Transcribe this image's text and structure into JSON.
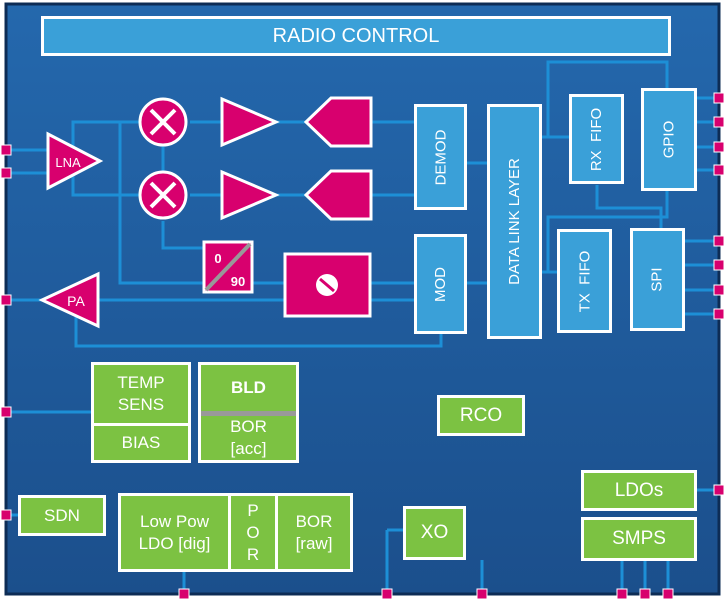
{
  "title": "RADIO CONTROL",
  "rf": {
    "lna": "LNA",
    "pa": "PA",
    "phase_top": "0",
    "phase_bottom": "90"
  },
  "digital": {
    "demod": "DEMOD",
    "mod": "MOD",
    "data_link_layer": "DATA LINK LAYER",
    "rx_fifo": "RX  FIFO",
    "tx_fifo": "TX  FIFO",
    "gpio": "GPIO",
    "spi": "SPI"
  },
  "analog": {
    "temp_sens_line1": "TEMP",
    "temp_sens_line2": "SENS",
    "bias": "BIAS",
    "bld": "BLD",
    "bor_acc_line1": "BOR",
    "bor_acc_line2": "[acc]",
    "rco": "RCO",
    "ldos": "LDOs",
    "smps": "SMPS",
    "sdn": "SDN",
    "low_pow_ldo_line1": "Low Pow",
    "low_pow_ldo_line2": "LDO [dig]",
    "por_p": "P",
    "por_o": "O",
    "por_r": "R",
    "bor_raw_line1": "BOR",
    "bor_raw_line2": "[raw]",
    "xo": "XO"
  },
  "colors": {
    "die": "#1f5c9e",
    "die_border": "#0d2c55",
    "wire": "#1d8fd6",
    "block_blue": "#3aa0d8",
    "block_green": "#7cc242",
    "rf_magenta": "#d8006e",
    "pin": "#d8006e"
  }
}
